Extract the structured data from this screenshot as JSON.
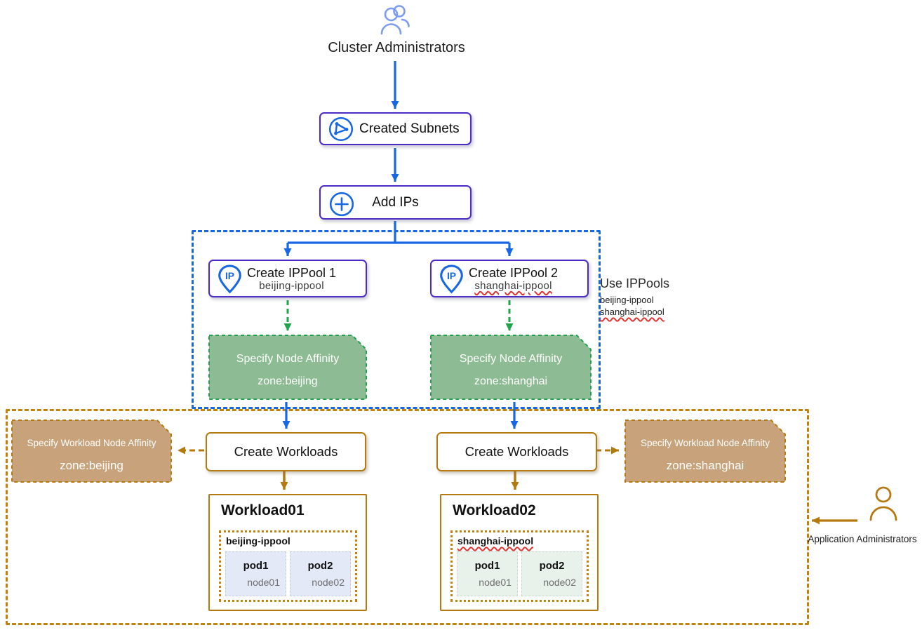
{
  "colors": {
    "purple_border": "#4b2ac6",
    "blue": "#1766e3",
    "light_blue_icon": "#7b9cef",
    "green_fill": "#8dbb93",
    "green_border": "#21a24d",
    "tan_fill": "#c7a27a",
    "orange": "#b5790f",
    "orange_dash": "#c1830e",
    "pod_blue_fill": "#e4e9f7",
    "pod_green_fill": "#e8f2ea",
    "squiggle_red": "#e3342f"
  },
  "cluster_admins": {
    "label": "Cluster Administrators"
  },
  "created_subnets": {
    "label": "Created Subnets"
  },
  "add_ips": {
    "label": "Add IPs"
  },
  "ippool1": {
    "title": "Create IPPool 1",
    "name": "beijing-ippool"
  },
  "ippool2": {
    "title": "Create IPPool 2",
    "name": "shanghai-ippool"
  },
  "use_ippools": {
    "title": "Use IPPools",
    "pools": [
      "beijing-ippool",
      "shanghai-ippool"
    ]
  },
  "node_affinity_beijing": {
    "action": "Specify Node Affinity",
    "zone": "zone:beijing"
  },
  "node_affinity_shanghai": {
    "action": "Specify Node Affinity",
    "zone": "zone:shanghai"
  },
  "workload_affinity_beijing": {
    "action": "Specify Workload Node Affinity",
    "zone": "zone:beijing"
  },
  "workload_affinity_shanghai": {
    "action": "Specify Workload Node Affinity",
    "zone": "zone:shanghai"
  },
  "create_workloads_left": {
    "label": "Create Workloads"
  },
  "create_workloads_right": {
    "label": "Create Workloads"
  },
  "workload1": {
    "title": "Workload01",
    "ippool": "beijing-ippool",
    "pods": [
      {
        "name": "pod1",
        "node": "node01"
      },
      {
        "name": "pod2",
        "node": "node02"
      }
    ]
  },
  "workload2": {
    "title": "Workload02",
    "ippool": "shanghai-ippool",
    "pods": [
      {
        "name": "pod1",
        "node": "node01"
      },
      {
        "name": "pod2",
        "node": "node02"
      }
    ]
  },
  "app_admins": {
    "label": "Application Administrators"
  },
  "icons": {
    "ip_label": "IP"
  }
}
